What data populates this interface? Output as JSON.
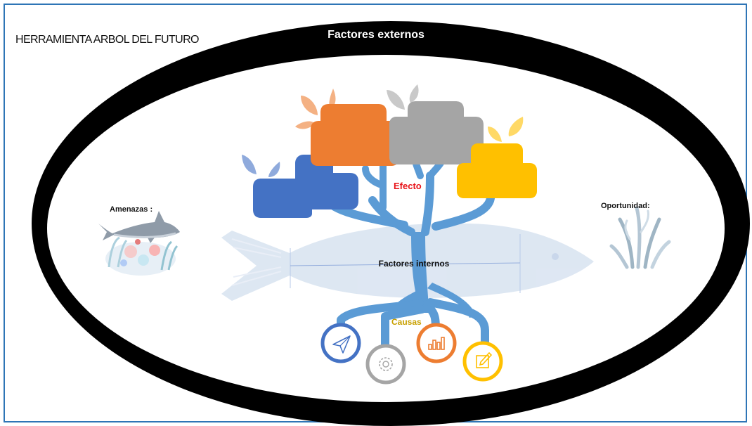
{
  "title": "HERRAMIENTA ARBOL DEL FUTURO",
  "outer_ring_label": "Factores externos",
  "left_label": "Amenazas :",
  "right_label": "Oportunidad:",
  "effect_label": "Efecto",
  "center_label": "Factores internos",
  "causes_label": "Causas",
  "colors": {
    "frame": "#2e75b6",
    "ring": "#000000",
    "blue": "#4472c4",
    "orange": "#ed7d31",
    "gray": "#a5a5a5",
    "yellow": "#ffc000",
    "trunk": "#5b9bd5",
    "fish": "#dce6f2",
    "effect_text": "#e8141a",
    "causes_text": "#c8a000"
  },
  "icons": [
    "paper-plane-icon",
    "gear-icon",
    "bar-chart-icon",
    "edit-icon",
    "shark-icon",
    "coral-reef-icon",
    "seaweed-icon",
    "fish-silhouette-icon"
  ]
}
